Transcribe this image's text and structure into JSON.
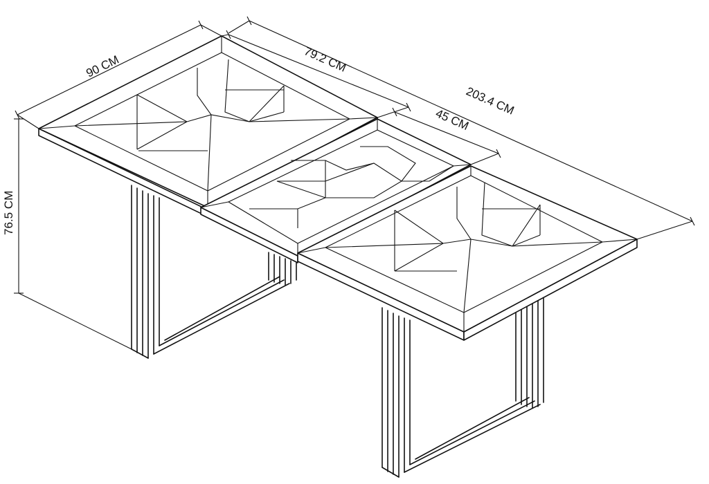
{
  "dimensions": {
    "depth": "90 CM",
    "leaf_end_length": "79.2 CM",
    "total_length": "203.4 CM",
    "leaf_center": "45 CM",
    "height": "76.5 CM"
  },
  "colors": {
    "line": "#111111",
    "background": "#ffffff"
  }
}
